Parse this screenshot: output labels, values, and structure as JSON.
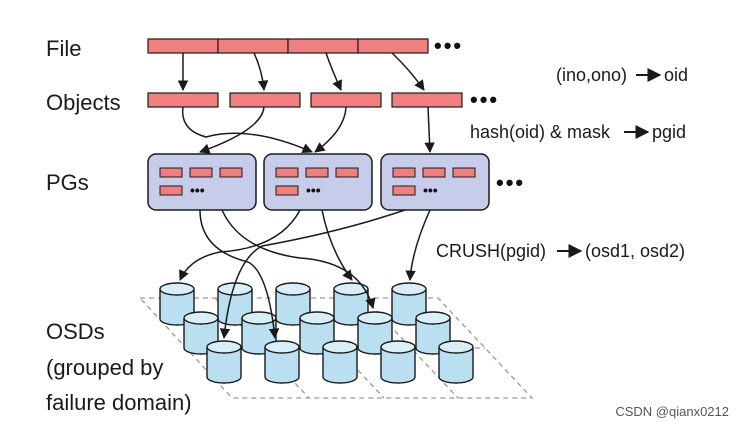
{
  "labels": {
    "file": "File",
    "objects": "Objects",
    "pgs": "PGs",
    "osds_line1": "OSDs",
    "osds_line2": "(grouped by",
    "osds_line3": "failure domain)"
  },
  "annotations": {
    "ino_ono": "(ino,ono)",
    "oid": "oid",
    "hash": "hash(oid) & mask",
    "pgid": "pgid",
    "crush": "CRUSH(pgid)",
    "osd_pair": "(osd1, osd2)"
  },
  "ellipsis": "•••",
  "inner_ellipsis": "•••",
  "watermark": "CSDN @qianx0212",
  "colors": {
    "segment_fill": "#f08080",
    "pg_fill": "#c8cceb",
    "osd_fill": "#b9dff0",
    "line": "#1a1a1a"
  }
}
